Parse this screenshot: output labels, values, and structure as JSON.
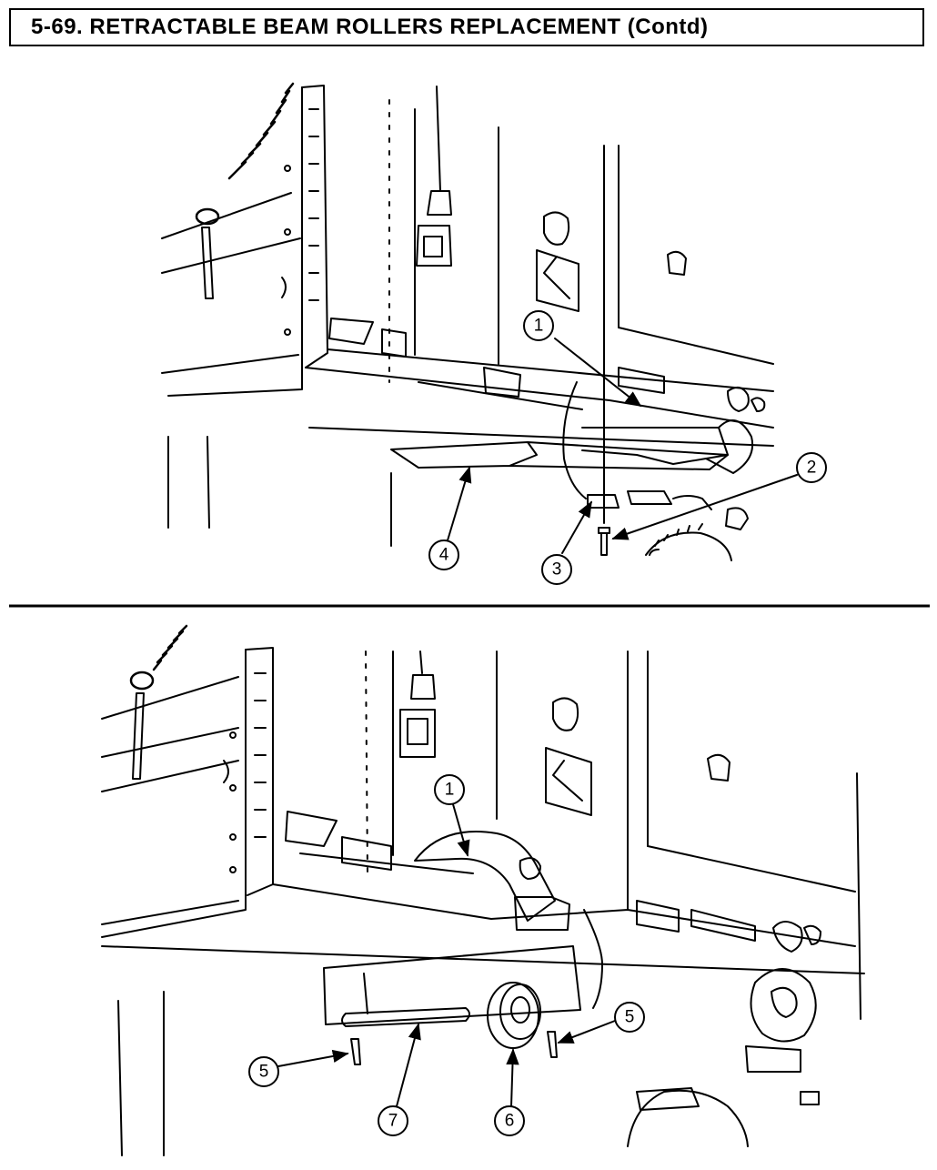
{
  "header": {
    "title": "5-69. RETRACTABLE BEAM ROLLERS REPLACEMENT (Contd)"
  },
  "figure_top": {
    "callouts": [
      "1",
      "2",
      "3",
      "4"
    ]
  },
  "figure_bottom": {
    "callouts": [
      "1",
      "5",
      "5",
      "6",
      "7"
    ]
  }
}
